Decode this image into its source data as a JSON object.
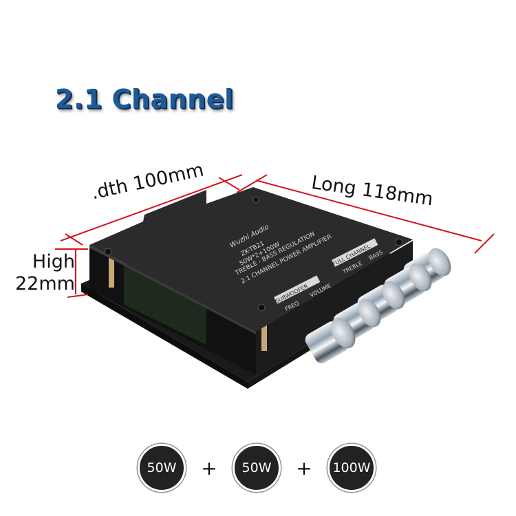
{
  "title": "2.1 Channel",
  "dimensions": {
    "width": ".dth 100mm",
    "long": "Long 118mm",
    "high_line1": "High",
    "high_line2": "22mm"
  },
  "board_labels": {
    "brand": "Wuzhi Audio",
    "model": "ZK-TB21",
    "power": "50W*2+100W",
    "line1": "TREBLE - BASS REGULATION",
    "line2": "2.1 CHANNEL POWER AMPLIFIER",
    "subwoofer": "SUBWOOFER",
    "freq": "FREQ",
    "volume": "VOLUME",
    "full_channel": "FULL CHANNEL",
    "treble": "TREBLE",
    "bass": "BASS"
  },
  "power_badges": [
    {
      "label": "50W"
    },
    {
      "label": "50W"
    },
    {
      "label": "100W"
    }
  ],
  "plus_sign": "+",
  "colors": {
    "title": "#1f5a96",
    "dimension_line": "#d4141e",
    "board": "#2a2a2a",
    "badge": "#222222"
  }
}
